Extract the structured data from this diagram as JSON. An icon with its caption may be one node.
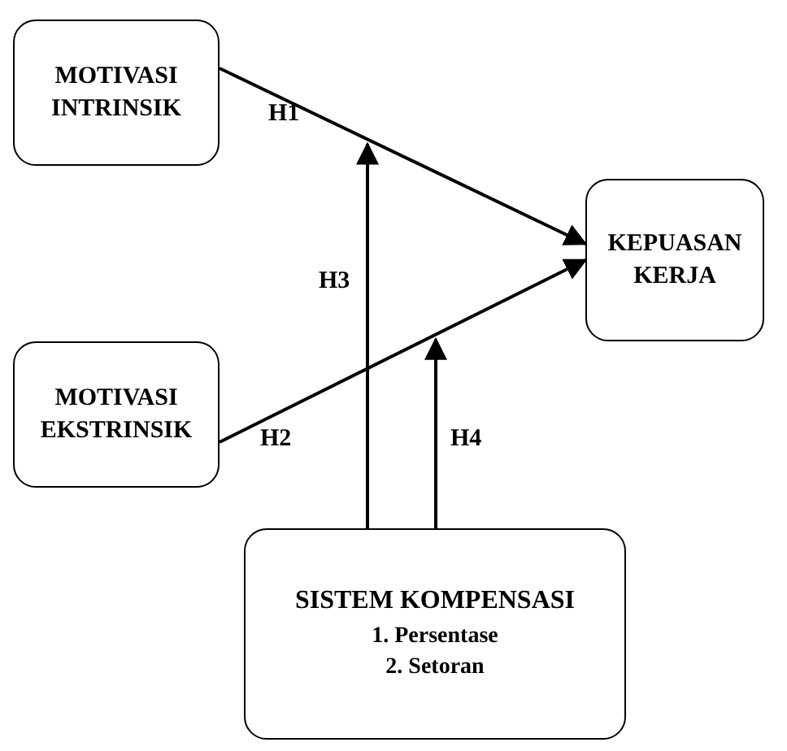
{
  "diagram": {
    "nodes": [
      {
        "text": [
          "MOTIVASI INTRINSIK"
        ]
      },
      {
        "text": [
          "KEPUASAN KERJA"
        ]
      },
      {
        "text": [
          "MOTIVASI EKSTRINSIK"
        ]
      },
      {
        "text": [
          "SISTEM KOMPENSASI",
          "1. Persentase",
          "2. Setoran"
        ]
      }
    ],
    "edges": [
      {
        "from": 0,
        "to": 1,
        "arrow": "to",
        "label": "H1"
      },
      {
        "from": 2,
        "to": 1,
        "arrow": "to",
        "label": "H2"
      },
      {
        "from": 3,
        "to": null,
        "arrow": "to",
        "label": "H3"
      },
      {
        "from": 3,
        "to": null,
        "arrow": "to",
        "label": "H4"
      }
    ]
  }
}
